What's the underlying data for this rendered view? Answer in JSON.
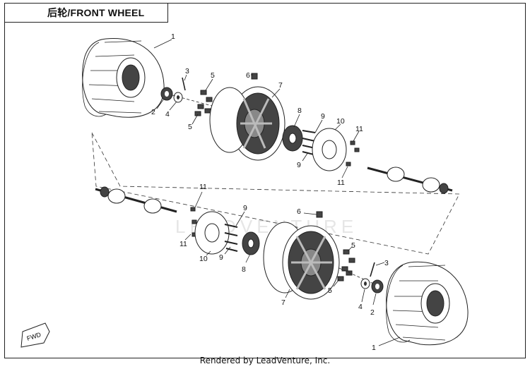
{
  "title": "后轮/FRONT WHEEL",
  "footer": "Rendered by LeadVenture, Inc.",
  "watermark": "LEADVENTURE",
  "direction_badge": "FWD",
  "callouts": {
    "top_tire": "1",
    "top_nut": "2",
    "top_pin": "3",
    "top_washer": "4",
    "top_lug_nuts_a": "5",
    "top_lug_nuts_b": "5",
    "top_valve": "6",
    "top_rim": "7",
    "top_hub": "8",
    "top_studs_a": "9",
    "top_studs_b": "9",
    "top_disc": "10",
    "top_bolts_a": "11",
    "top_bolts_b": "11",
    "bottom_bolts_a": "11",
    "bottom_bolts_b": "11",
    "bottom_studs_a": "9",
    "bottom_studs_b": "9",
    "bottom_disc": "10",
    "bottom_valve": "6",
    "bottom_hub": "8",
    "bottom_rim": "7",
    "bottom_lug_nuts_a": "5",
    "bottom_lug_nuts_b": "5",
    "bottom_pin": "3",
    "bottom_washer": "4",
    "bottom_nut": "2",
    "bottom_tire": "1"
  }
}
